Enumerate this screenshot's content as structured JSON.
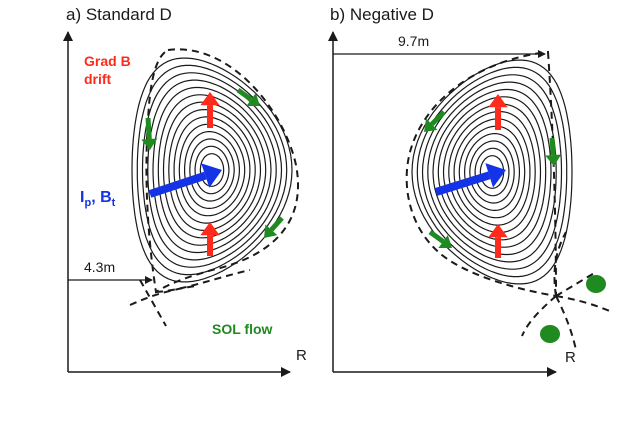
{
  "panels": {
    "a": {
      "title": "a) Standard D",
      "radius_label": "4.3m",
      "axis_label": "R"
    },
    "b": {
      "title": "b) Negative D",
      "radius_label": "9.7m",
      "axis_label": "R"
    }
  },
  "annotations": {
    "grad_b_line1": "Grad B",
    "grad_b_line2": "drift",
    "current_main_1": "I",
    "current_sub_1": "p",
    "current_sep": ", B",
    "current_sub_2": "t",
    "sol_flow": "SOL flow"
  },
  "colors": {
    "grad_b": "#ff2a1a",
    "current": "#1432e6",
    "sol_flow": "#1f8a1f",
    "flux_surface": "#1a1a1a"
  }
}
